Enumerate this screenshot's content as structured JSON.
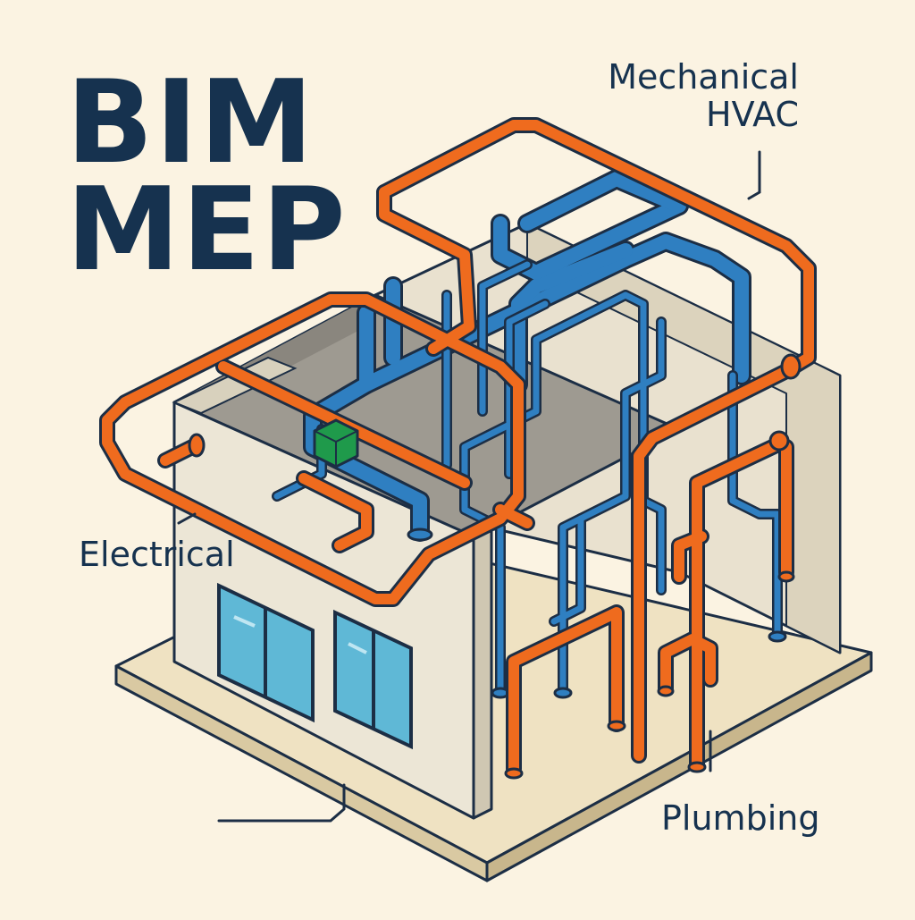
{
  "title": {
    "line1": "BIM",
    "line2": "MEP"
  },
  "labels": {
    "mechanical": "Mechanical",
    "hvac": "HVAC",
    "electrical": "Electrical",
    "plumbing": "Plumbing"
  },
  "colors": {
    "background": "#fbf3e2",
    "text": "#16324f",
    "hvac_duct": "#2f7fc1",
    "pipe": "#ef6b1e",
    "outline": "#1c2e45",
    "junction_box": "#1f9a4b",
    "window": "#5fb8d6"
  }
}
